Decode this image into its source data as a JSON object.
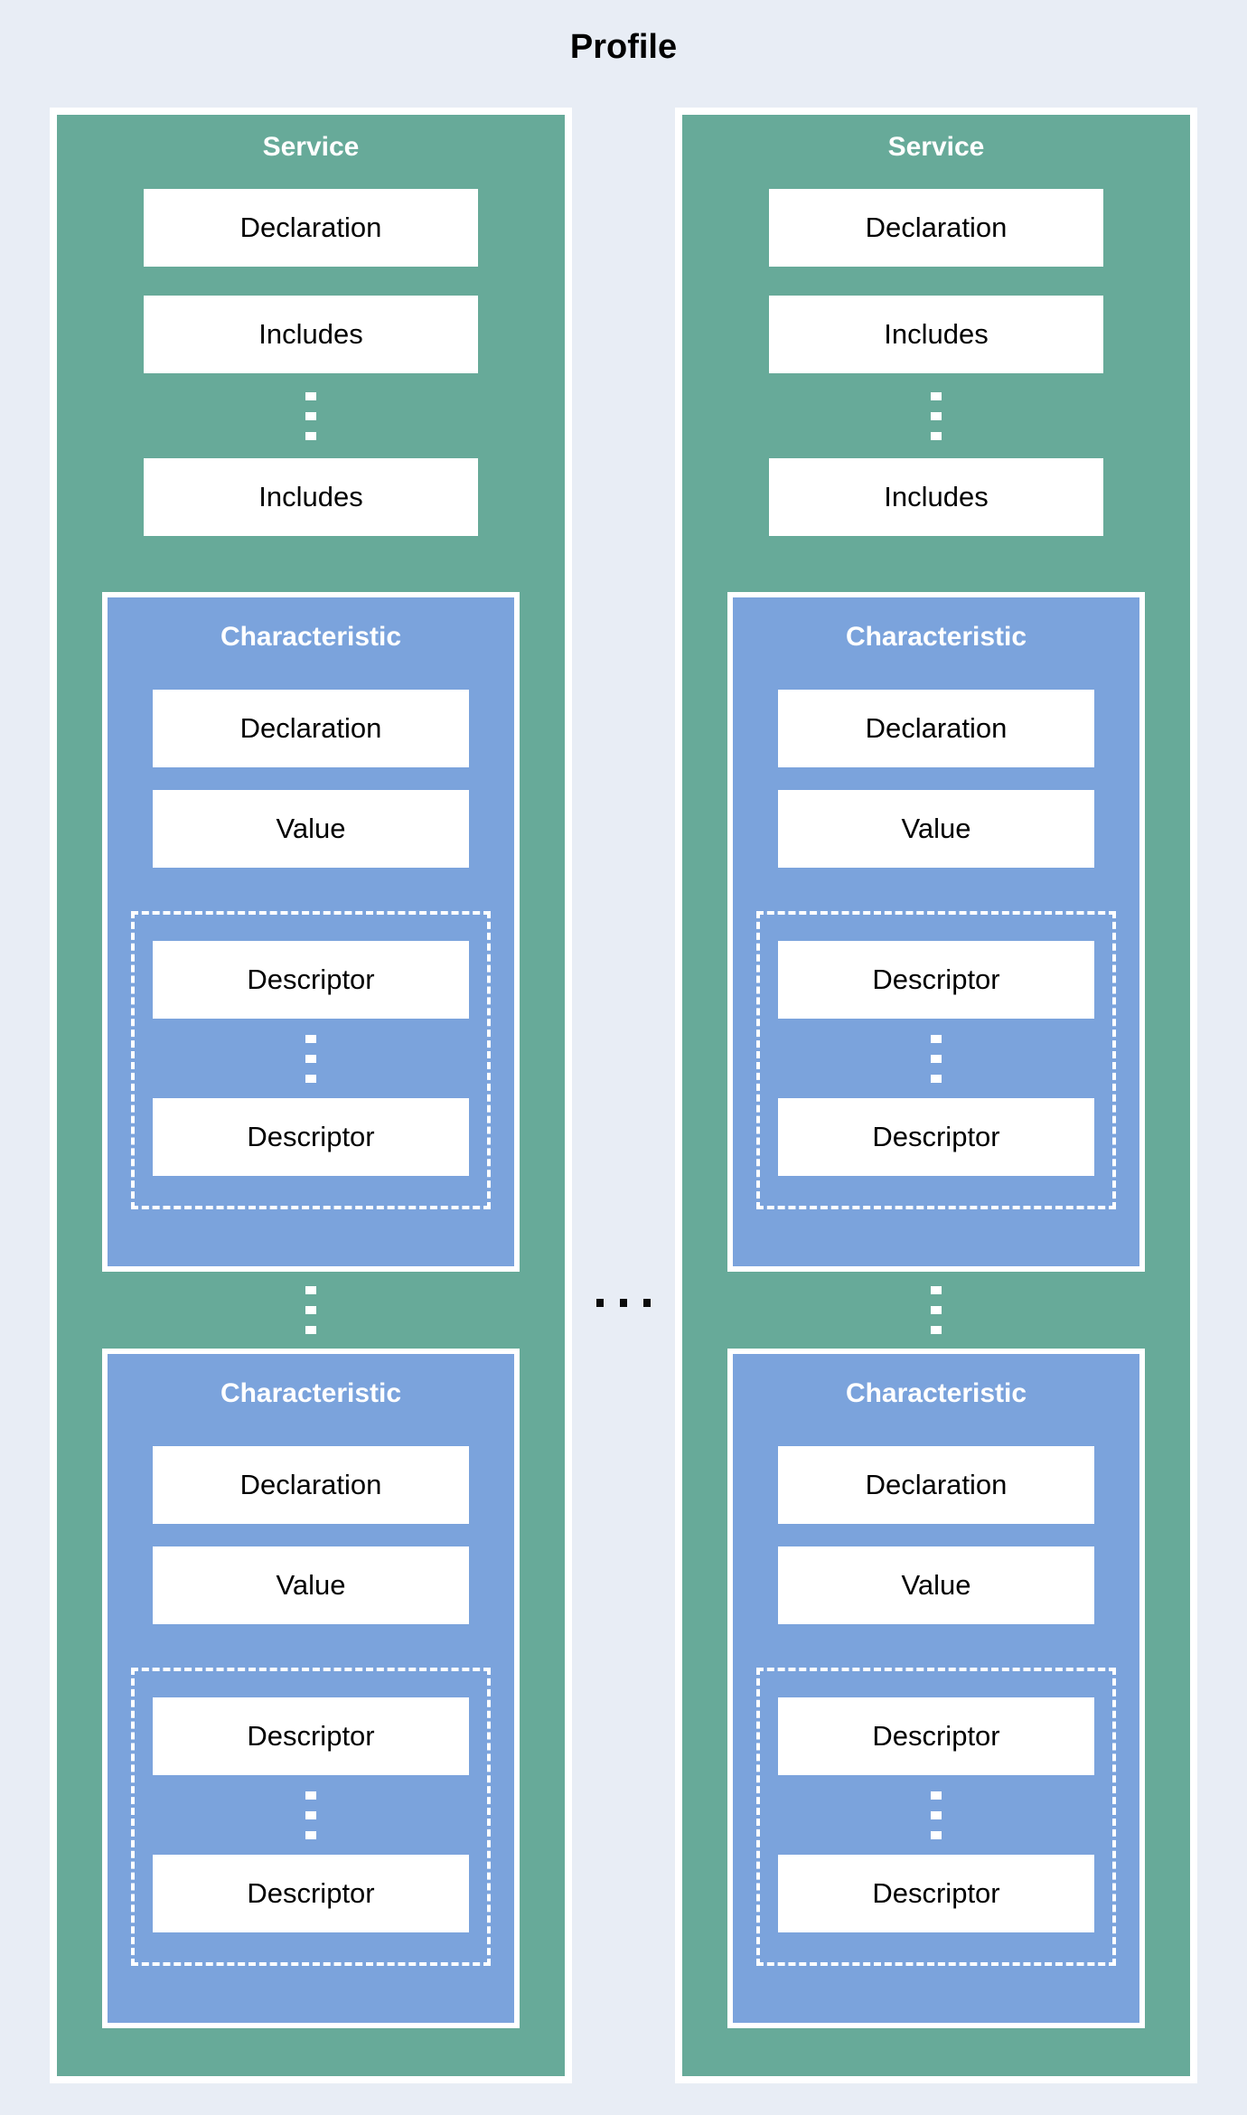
{
  "title": "Profile",
  "colors": {
    "background": "#e8edf5",
    "service_fill": "#67aa99",
    "characteristic_fill": "#7ba3dc",
    "box_fill": "#ffffff",
    "box_text": "#000000",
    "header_text": "#ffffff",
    "title_text": "#000000"
  },
  "icons": {
    "vertical_ellipsis": "⋮",
    "horizontal_ellipsis": "…"
  },
  "services": [
    {
      "label": "Service",
      "declaration": "Declaration",
      "includes_first": "Includes",
      "includes_last": "Includes",
      "characteristics": [
        {
          "label": "Characteristic",
          "declaration": "Declaration",
          "value": "Value",
          "descriptor_first": "Descriptor",
          "descriptor_last": "Descriptor"
        },
        {
          "label": "Characteristic",
          "declaration": "Declaration",
          "value": "Value",
          "descriptor_first": "Descriptor",
          "descriptor_last": "Descriptor"
        }
      ]
    },
    {
      "label": "Service",
      "declaration": "Declaration",
      "includes_first": "Includes",
      "includes_last": "Includes",
      "characteristics": [
        {
          "label": "Characteristic",
          "declaration": "Declaration",
          "value": "Value",
          "descriptor_first": "Descriptor",
          "descriptor_last": "Descriptor"
        },
        {
          "label": "Characteristic",
          "declaration": "Declaration",
          "value": "Value",
          "descriptor_first": "Descriptor",
          "descriptor_last": "Descriptor"
        }
      ]
    }
  ]
}
